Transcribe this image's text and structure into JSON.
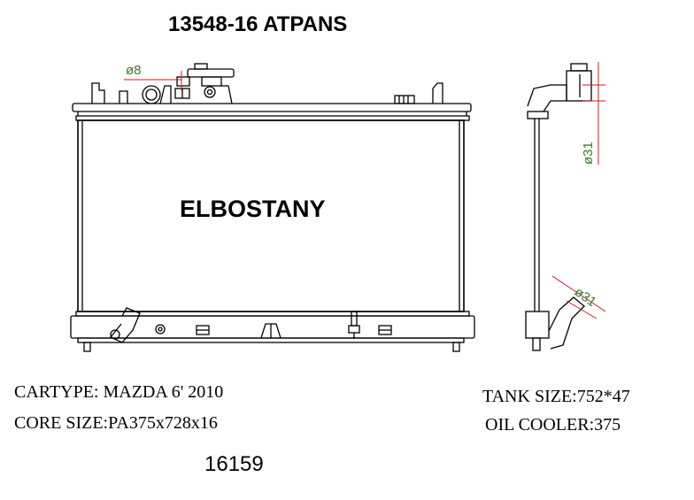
{
  "title": "13548-16 ATPANS",
  "brand": "ELBOSTANY",
  "specs": {
    "car_type": "CARTYPE: MAZDA  6' 2010",
    "core_size": "CORE SIZE:PA375x728x16",
    "tank_size": "TANK SIZE:752*47",
    "oil_cooler": "OIL COOLER:375"
  },
  "part_number": "16159",
  "dimensions": {
    "inlet_pipe": "ø8",
    "side_top": "ø31",
    "side_bottom": "ø31"
  },
  "colors": {
    "line": "#000000",
    "dimension": "#3a7a2a",
    "leader": "#d11a1a"
  }
}
